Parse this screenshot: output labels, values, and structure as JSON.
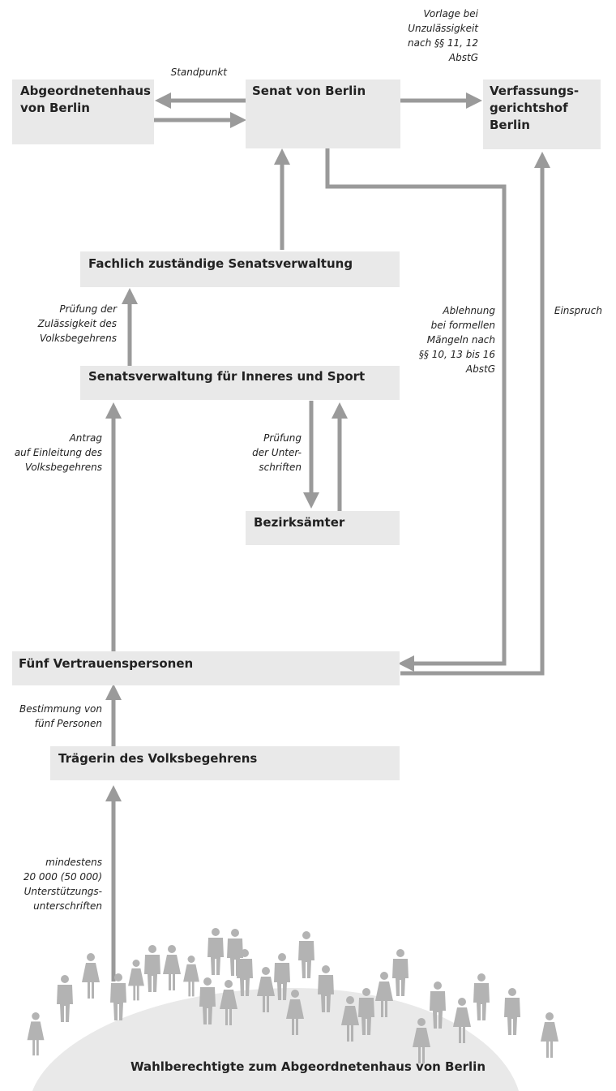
{
  "boxes": {
    "abgeordnetenhaus": "Abgeordnetenhaus\nvon Berlin",
    "senat": "Senat von Berlin",
    "verfassungsgericht": "Verfassungs-\ngerichtshof\nBerlin",
    "fachlich": "Fachlich zuständige Senatsverwaltung",
    "inneres": "Senatsverwaltung für Inneres und Sport",
    "bezirksaemter": "Bezirksämter",
    "vertrauenspersonen": "Fünf Vertrauenspersonen",
    "traegerin": "Trägerin des Volksbegehrens",
    "wahlberechtigte": "Wahlberechtigte zum Abgeordnetenhaus von Berlin"
  },
  "notes": {
    "standpunkt": "Standpunkt",
    "vorlage": "Vorlage bei\nUnzulässigkeit\nnach §§ 11, 12\nAbstG",
    "pruefung_zulaessigkeit": "Prüfung der\nZulässigkeit des\nVolksbegehrens",
    "ablehnung": "Ablehnung\nbei formellen\nMängeln nach\n§§ 10, 13 bis 16\nAbstG",
    "einspruch": "Einspruch",
    "antrag": "Antrag\nauf Einleitung des\nVolksbegehrens",
    "pruefung_unterschriften": "Prüfung\nder Unter-\nschriften",
    "bestimmung": "Bestimmung von\nfünf Personen",
    "mindestens": "mindestens\n20 000 (50 000)\nUnterstützungs-\nunterschriften"
  },
  "colors": {
    "box_fill": "#e9e9e9",
    "arrow": "#9a9a9a",
    "people": "#b3b3b3",
    "hill": "#e9e9e9"
  }
}
